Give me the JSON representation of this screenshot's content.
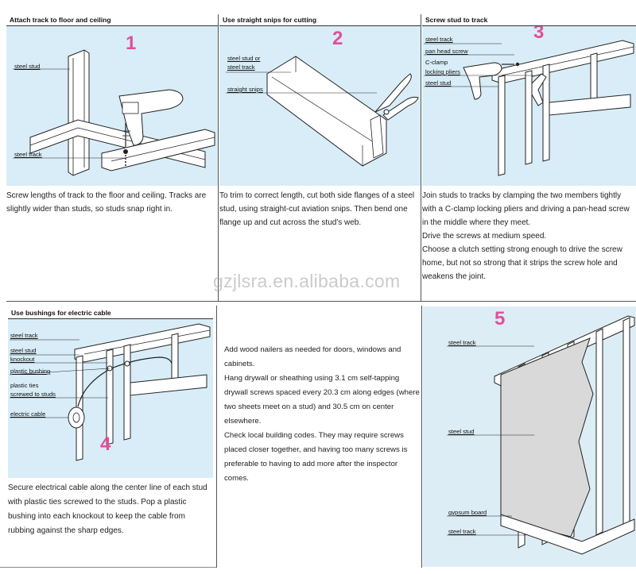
{
  "watermark": "gzjlsra.en.alibaba.com",
  "step1": {
    "title": "Attach track to floor and ceiling",
    "number": "1",
    "labels": [
      "steel stud",
      "steel track"
    ],
    "caption": "Screw lengths of track to the floor and ceiling. Tracks are slightly wider than studs, so studs snap right in."
  },
  "step2": {
    "title": "Use straight snips for cutting",
    "number": "2",
    "labels": [
      "steel stud or",
      "steel track",
      "straight snips"
    ],
    "caption": "To trim to correct length, cut both side flanges of a steel stud, using straight-cut aviation snips. Then bend one flange up and cut across the stud's web."
  },
  "step3": {
    "title": "Screw stud to track",
    "number": "3",
    "labels": [
      "steel track",
      "pan head screw",
      "C-clamp",
      "locking pliers",
      "steel stud"
    ],
    "caption_lines": [
      "Join studs to tracks by clamping the two members tightly with a C-clamp locking pliers and driving a pan-head screw in the middle where they meet.",
      "Drive the screws at medium speed.",
      "Choose a clutch setting strong enough to drive the screw home, but not so strong that it strips the screw hole and weakens the joint."
    ]
  },
  "step4": {
    "title": "Use bushings for electric cable",
    "number": "4",
    "labels": [
      "steel track",
      "steel stud",
      "knockout",
      "plastic bushing",
      "plastic ties",
      "screwed to studs",
      "electric cable"
    ],
    "caption": "Secure electrical cable along the center line of each stud with plastic ties screwed to the studs. Pop a plastic bushing into each knockout to keep the cable from rubbing against the sharp edges."
  },
  "middle_text": {
    "lines": [
      "Add wood nailers as needed for doors, windows and cabinets.",
      "Hang drywall or sheathing using 3.1 cm self-tapping drywall screws spaced every 20.3 cm along edges (where two sheets meet on a stud) and 30.5 cm on center elsewhere.",
      "Check local building codes. They may require screws placed closer together, and having too many screws is preferable to having to add more after the inspector comes."
    ]
  },
  "step5": {
    "number": "5",
    "labels": [
      "steel track",
      "steel stud",
      "gypsum board",
      "steel track"
    ]
  },
  "colors": {
    "panel": "#d8edf7",
    "number": "#e0509a",
    "line": "#555555"
  }
}
